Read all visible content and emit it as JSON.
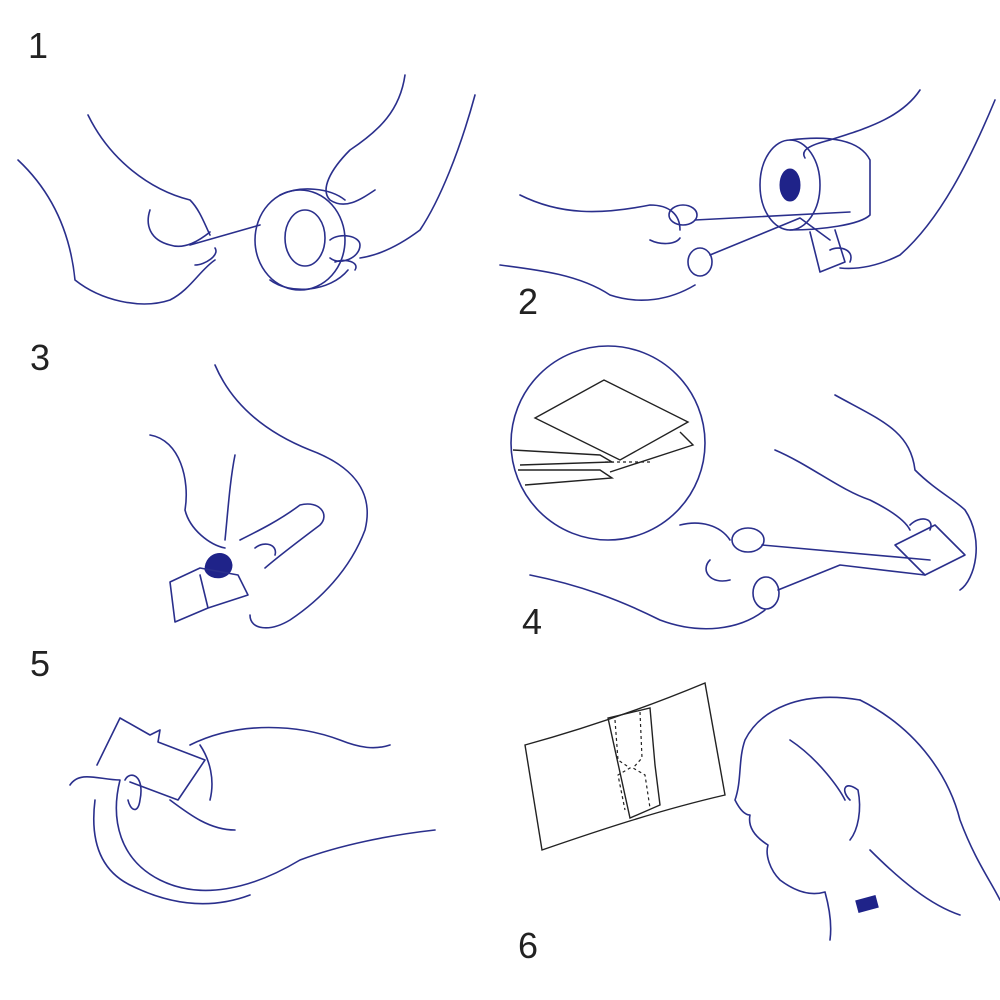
{
  "steps": [
    {
      "number": "1"
    },
    {
      "number": "2"
    },
    {
      "number": "3"
    },
    {
      "number": "4"
    },
    {
      "number": "5"
    },
    {
      "number": "6"
    }
  ],
  "colors": {
    "line": "#2a2f8c",
    "fill": "#1f2389",
    "text": "#222222"
  }
}
